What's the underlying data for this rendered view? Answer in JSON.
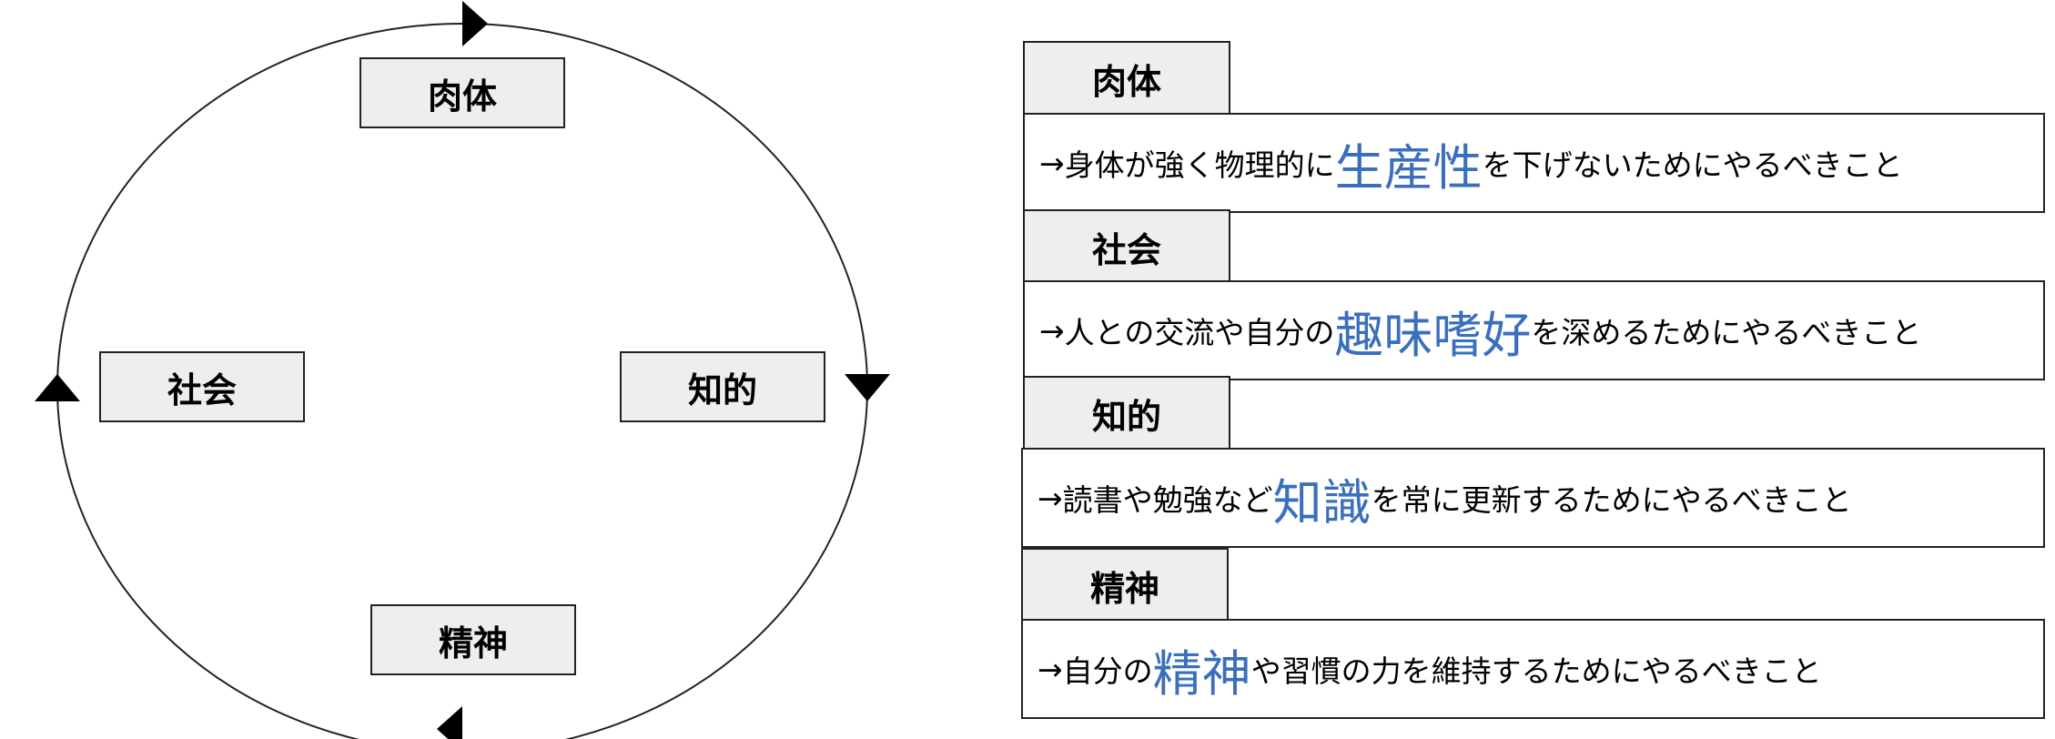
{
  "colors": {
    "keyword": "#3a6fbd",
    "box_fill": "#eeeeee",
    "line": "#222222"
  },
  "cycle": {
    "top": "肉体",
    "right": "知的",
    "bottom": "精神",
    "left": "社会"
  },
  "categories": [
    {
      "label": "肉体",
      "arrow": "→",
      "prefix": "身体が強く物理的に",
      "keyword": "生産性",
      "suffix": "を下げないためにやるべきこと"
    },
    {
      "label": "社会",
      "arrow": "→",
      "prefix": "人との交流や自分の",
      "keyword": "趣味嗜好",
      "suffix": "を深めるためにやるべきこと"
    },
    {
      "label": "知的",
      "arrow": "→",
      "prefix": "読書や勉強など",
      "keyword": "知識",
      "suffix": "を常に更新するためにやるべきこと"
    },
    {
      "label": "精神",
      "arrow": "→",
      "prefix": "自分の",
      "keyword": "精神",
      "suffix": "や習慣の力を維持するためにやるべきこと"
    }
  ]
}
